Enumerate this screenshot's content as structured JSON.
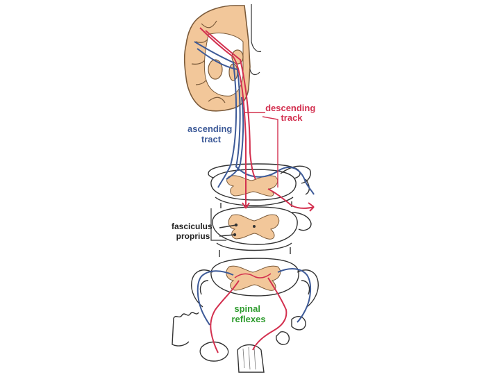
{
  "labels": {
    "descending": [
      "descending",
      "track"
    ],
    "ascending": [
      "ascending",
      "tract"
    ],
    "fasciculus": [
      "fasciculus",
      "proprius"
    ],
    "spinal": [
      "spinal",
      "reflexes"
    ]
  },
  "colors": {
    "descending": "#d3304f",
    "ascending": "#3d5a98",
    "spinal": "#2e9c2e",
    "text": "#222222",
    "tissue": "#f2c79a",
    "tissue_stroke": "#7a5a3a",
    "outline": "#333333"
  }
}
